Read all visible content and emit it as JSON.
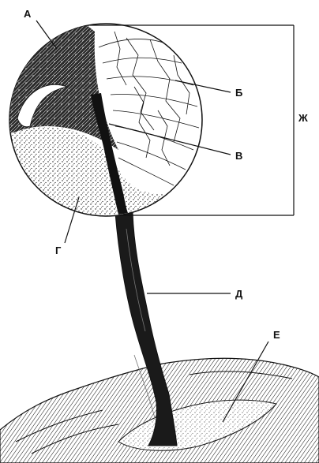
{
  "labels": {
    "a": "А",
    "b": "Б",
    "v": "В",
    "g": "Г",
    "d": "Д",
    "e": "Е",
    "zh": "Ж"
  },
  "colors": {
    "ink": "#111111",
    "background": "#ffffff"
  }
}
